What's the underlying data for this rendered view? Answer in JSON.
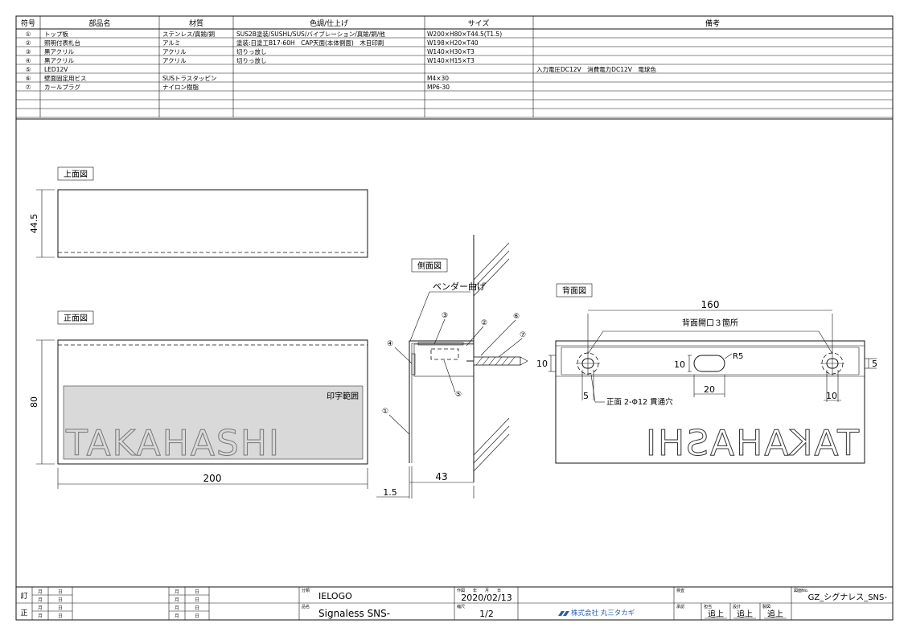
{
  "parts_table": {
    "headers": [
      "符号",
      "部品名",
      "材質",
      "色調/仕上げ",
      "サイズ",
      "備考"
    ],
    "rows": [
      {
        "no": "①",
        "name": "トップ板",
        "material": "ステンレス/真鍮/銅",
        "finish": "SUS2B塗装/SUSHL/SUS/バイブレーション/真鍮/銅/他",
        "size": "W200×H80×T44.5(T1.5)",
        "note": ""
      },
      {
        "no": "②",
        "name": "照明付表札台",
        "material": "アルミ",
        "finish": "塗装:日塗工B17-60H　CAP天面(本体側面)　木目印刷",
        "size": "W198×H20×T40",
        "note": ""
      },
      {
        "no": "③",
        "name": "黒アクリル",
        "material": "アクリル",
        "finish": "切りっ放し",
        "size": "W140×H30×T3",
        "note": ""
      },
      {
        "no": "④",
        "name": "黒アクリル",
        "material": "アクリル",
        "finish": "切りっ放し",
        "size": "W140×H15×T3",
        "note": ""
      },
      {
        "no": "⑤",
        "name": "LED12V",
        "material": "",
        "finish": "",
        "size": "",
        "note": "入力電圧DC12V　消費電力DC12V　電球色"
      },
      {
        "no": "⑥",
        "name": "壁面固定用ビス",
        "material": "SUSトラスタッピン",
        "finish": "",
        "size": "M4×30",
        "note": ""
      },
      {
        "no": "⑦",
        "name": "カールプラグ",
        "material": "ナイロン樹脂",
        "finish": "",
        "size": "MP6-30",
        "note": ""
      }
    ]
  },
  "views": {
    "top": {
      "label": "上面図",
      "dim": "44.5"
    },
    "front": {
      "label": "正面図",
      "dim_h": "80",
      "dim_w": "200",
      "print_area": "印字範囲",
      "sample_text": "TAKAHASHI"
    },
    "side": {
      "label": "側面図",
      "bender": "ベンダー曲げ",
      "dim_depth": "43",
      "dim_thick": "1.5",
      "callouts": [
        "①",
        "②",
        "③",
        "④",
        "⑤",
        "⑥",
        "⑦"
      ]
    },
    "back": {
      "label": "背面図",
      "dim_160": "160",
      "openings": "背面開口３箇所",
      "r5": "R5",
      "dim_10a": "10",
      "dim_10b": "10",
      "dim_10c": "10",
      "dim_5a": "5",
      "dim_5b": "5",
      "dim_20": "20",
      "holes": "正面 2-Φ12 貫通穴",
      "sample_text": "TAKAHASHI"
    }
  },
  "title_block": {
    "revision_chars": [
      "訂",
      "正"
    ],
    "mo": "月",
    "day": "日",
    "bunrui_label": "分類",
    "bunrui": "IELOGO",
    "hinmei_label": "品名",
    "hinmei": "Signaless SNS-",
    "date_label": "作図　　年　　月　　日",
    "date": "2020/02/13",
    "shukushaku_label": "縮尺",
    "scale": "1/2",
    "company": "株式会社 丸三タカギ",
    "kentou_label": "検査",
    "shounin_label": "承認",
    "cells_small": [
      "担当",
      "設計",
      "製図"
    ],
    "stamps": [
      "追上",
      "追上",
      "追上"
    ],
    "drawing_no_label": "図面No.",
    "drawing_no": "GZ_シグナレス_SNS-",
    "colors": {
      "line": "#111111",
      "print_area": "#d9d9d9",
      "logo": "#2a5db0"
    }
  }
}
